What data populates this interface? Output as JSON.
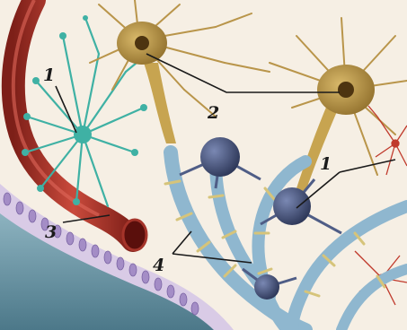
{
  "figure": {
    "labels": {
      "astrocyte_left": "1",
      "astrocyte_right": "1",
      "neurons": "2",
      "capillary": "3",
      "myelin": "4"
    },
    "colors": {
      "background": "#f6efe4",
      "capillary": "#b8352c",
      "astrocyte": "#3fb1a4",
      "neuron": "#c7a450",
      "oligodendrocyte": "#4f5d86",
      "myelin": "#8fb7cf",
      "epithelium": "#c9b8dd",
      "ventricle": "#6d97a8",
      "red_cells": "#c0392b"
    }
  }
}
